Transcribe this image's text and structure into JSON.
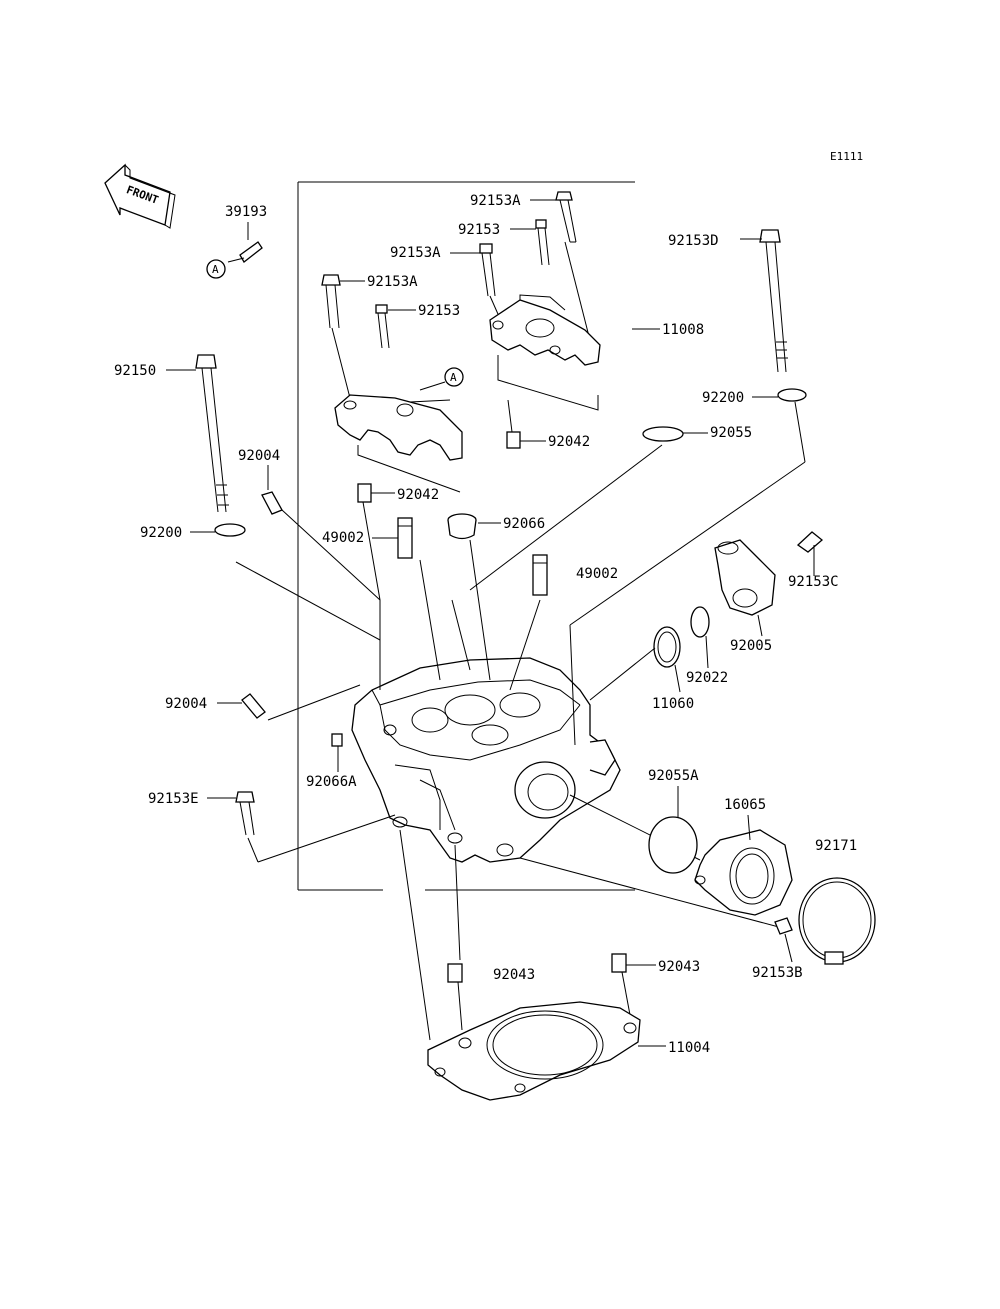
{
  "diagram": {
    "reference_code": "E1111",
    "front_label": "FRONT",
    "marker_a": "A",
    "labels": {
      "p39193": "39193",
      "p92153A_1": "92153A",
      "p92153_1": "92153",
      "p92153A_2": "92153A",
      "p92153A_3": "92153A",
      "p92153_2": "92153",
      "p11008": "11008",
      "p92153D": "92153D",
      "p92150": "92150",
      "p92200_1": "92200",
      "p92055": "92055",
      "p92042_1": "92042",
      "p92004_1": "92004",
      "p92042_2": "92042",
      "p92200_2": "92200",
      "p49002_1": "49002",
      "p92066": "92066",
      "p92153C": "92153C",
      "p49002_2": "49002",
      "p92005": "92005",
      "p92022": "92022",
      "p11060": "11060",
      "p92004_2": "92004",
      "p92066A": "92066A",
      "p92055A": "92055A",
      "p16065": "16065",
      "p92153E": "92153E",
      "p92171": "92171",
      "p92153B": "92153B",
      "p92043_1": "92043",
      "p92043_2": "92043",
      "p11004": "11004"
    }
  }
}
